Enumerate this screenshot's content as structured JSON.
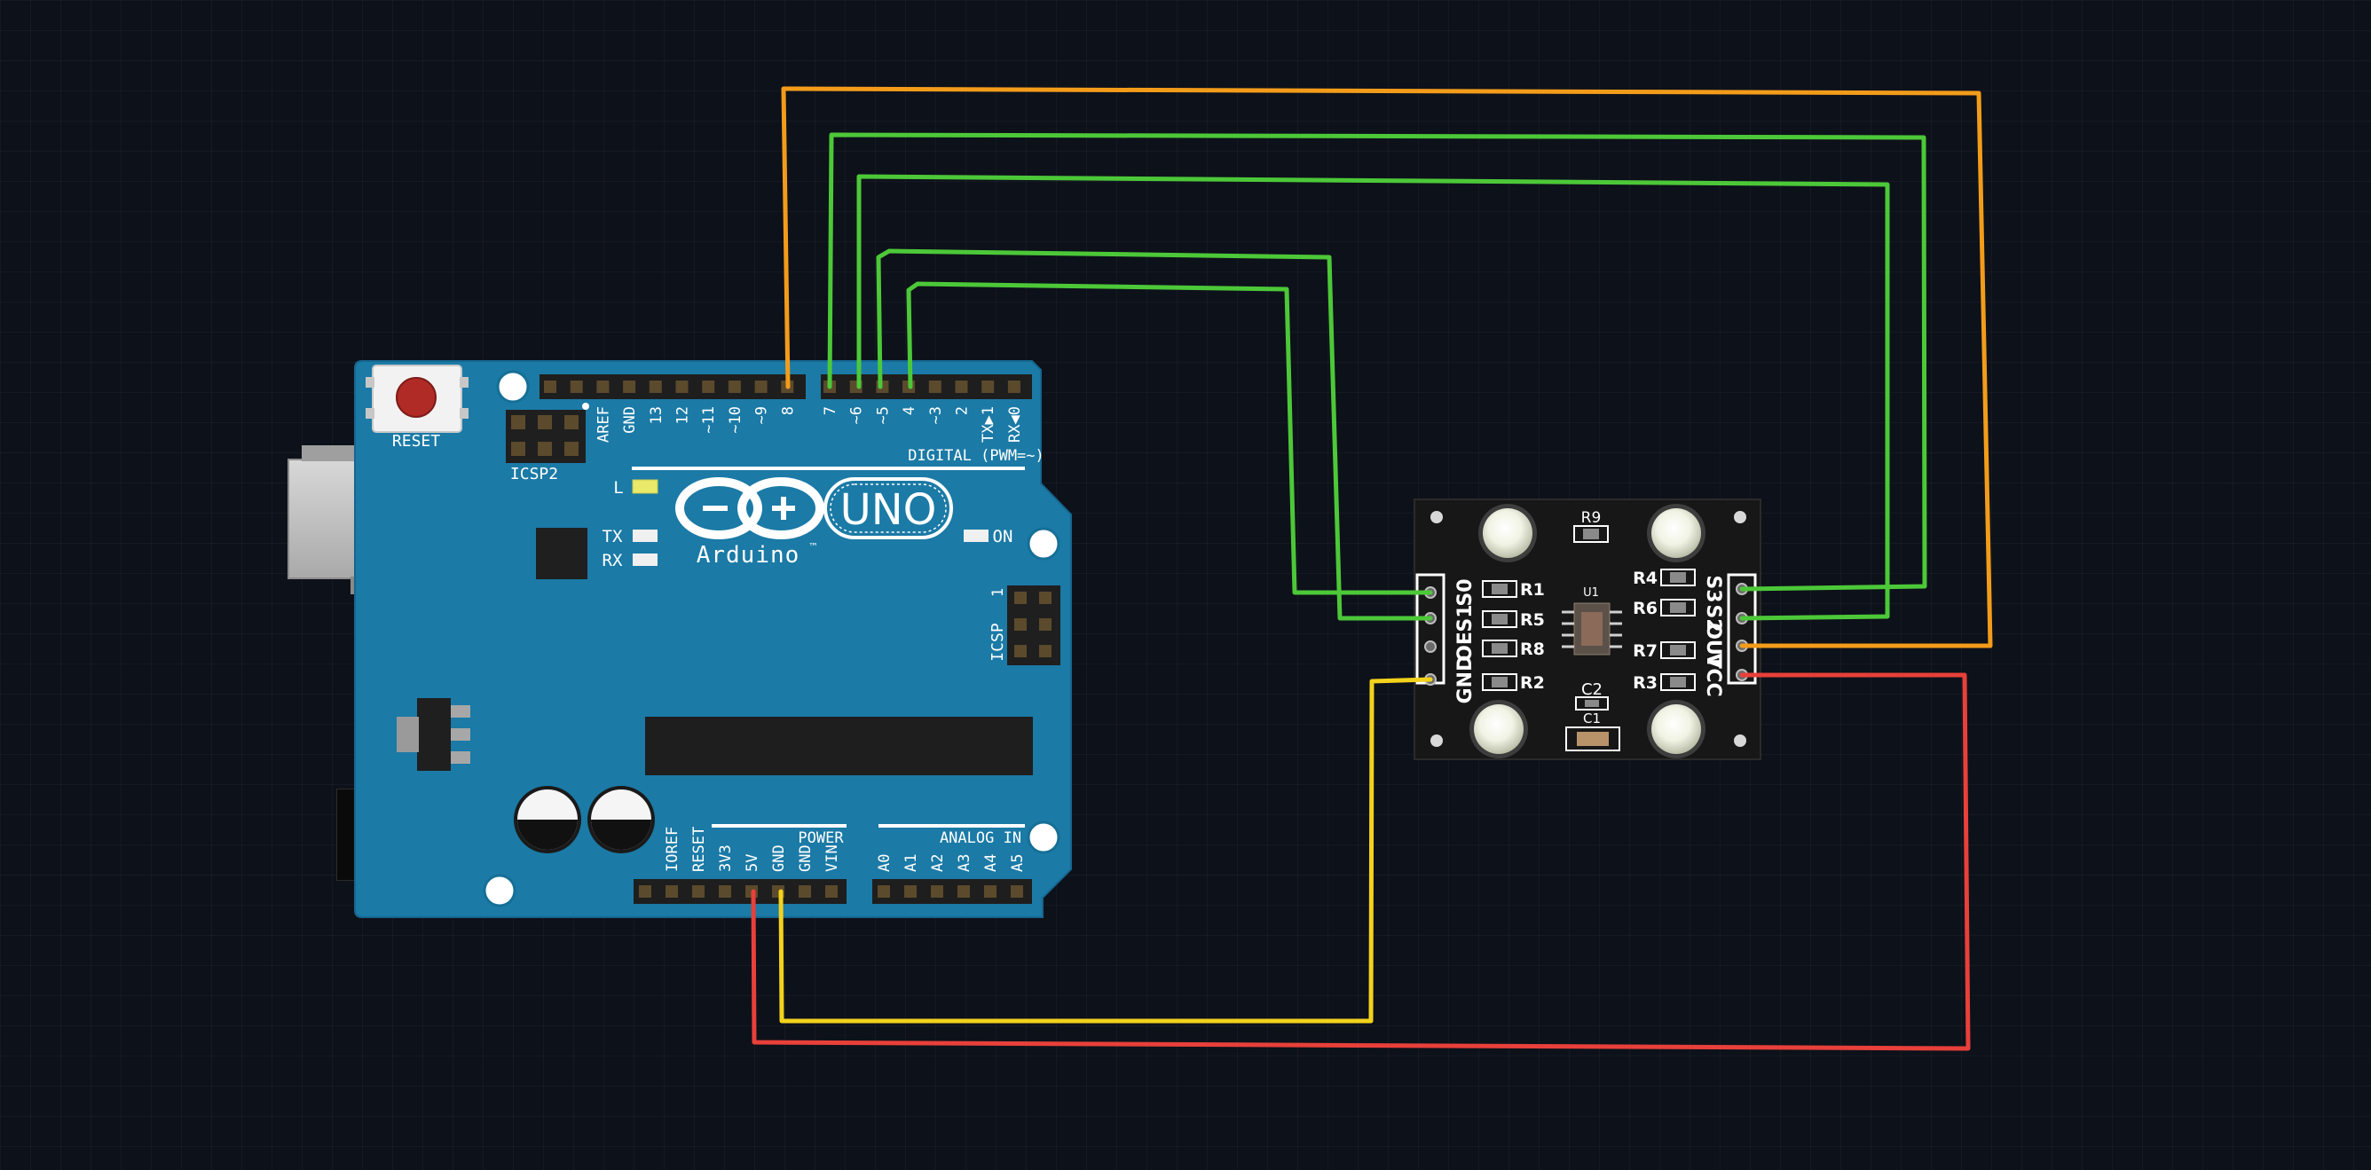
{
  "colors": {
    "background": "#0d111a",
    "board": "#1b7aa6",
    "sensor_board": "#171717",
    "wire_orange": "#f39c1a",
    "wire_green": "#4cc838",
    "wire_yellow": "#f3d21c",
    "wire_red": "#e8403a"
  },
  "arduino": {
    "reset_label": "RESET",
    "icsp2_label": "ICSP2",
    "icsp_label": "ICSP",
    "icsp_pin1": "1",
    "digital_label": "DIGITAL (PWM=~)",
    "led_l": "L",
    "led_tx": "TX",
    "led_rx": "RX",
    "led_on": "ON",
    "brand": "Arduino",
    "tm": "™",
    "model": "UNO",
    "power_label": "POWER",
    "analog_label": "ANALOG IN",
    "digital_pins": [
      "AREF",
      "GND",
      "13",
      "12",
      "~11",
      "~10",
      "~9",
      "8",
      "7",
      "~6",
      "~5",
      "4",
      "~3",
      "2",
      "TX▶1",
      "RX◀0"
    ],
    "power_pins": [
      "IOREF",
      "RESET",
      "3V3",
      "5V",
      "GND",
      "GND",
      "VIN"
    ],
    "analog_pins": [
      "A0",
      "A1",
      "A2",
      "A3",
      "A4",
      "A5"
    ]
  },
  "sensor": {
    "left_pins": [
      "GND",
      "OE",
      "S1",
      "S0"
    ],
    "right_pins": [
      "S3",
      "S2",
      "OUT",
      "VCC"
    ],
    "components": {
      "r9": "R9",
      "r1": "R1",
      "r5": "R5",
      "r8": "R8",
      "r2": "R2",
      "r4": "R4",
      "r6": "R6",
      "r7": "R7",
      "r3": "R3",
      "u1": "U1",
      "c2": "C2",
      "c1": "C1"
    }
  }
}
